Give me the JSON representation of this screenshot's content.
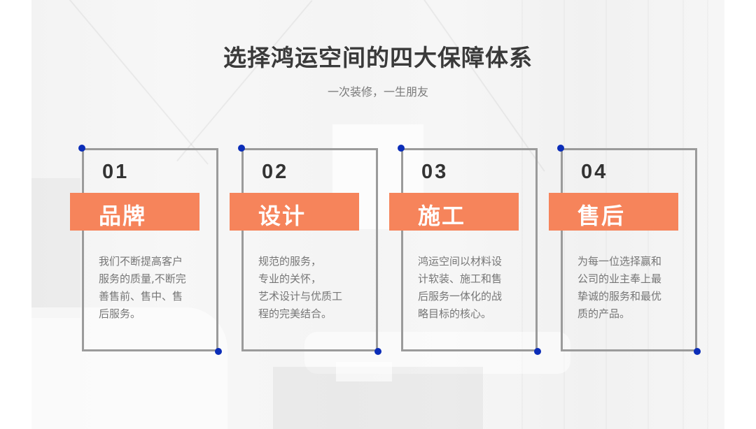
{
  "header": {
    "title": "选择鸿运空间的四大保障体系",
    "subtitle": "一次装修，一生朋友"
  },
  "colors": {
    "accent_orange": "#f6845b",
    "dot_blue": "#0b2db8",
    "frame_gray": "#9b9b9b",
    "title_text": "#3a3a3a",
    "body_text": "#767676"
  },
  "cards": [
    {
      "number": "01",
      "label": "品牌",
      "lines": [
        "我们不断提高客户",
        "服务的质量,不断完",
        "善售前、售中、售",
        "后服务。"
      ]
    },
    {
      "number": "02",
      "label": "设计",
      "lines": [
        "规范的服务，",
        "专业的关怀，",
        "艺术设计与优质工",
        "程的完美结合。"
      ]
    },
    {
      "number": "03",
      "label": "施工",
      "lines": [
        "鸿运空间以材料设",
        "计软装、施工和售",
        "后服务一体化的战",
        "略目标的核心。"
      ]
    },
    {
      "number": "04",
      "label": "售后",
      "lines": [
        "为每一位选择赢和",
        "公司的业主奉上最",
        "挚诚的服务和最优",
        "质的产品。"
      ]
    }
  ]
}
